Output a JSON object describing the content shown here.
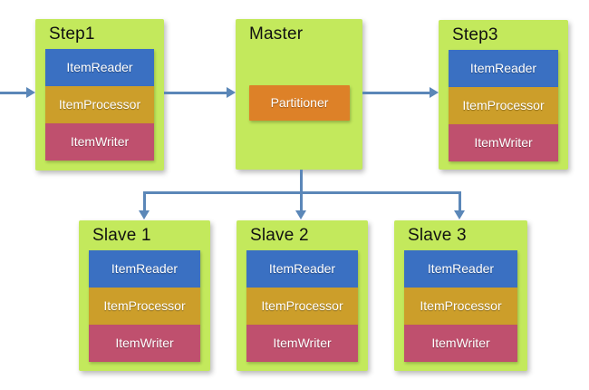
{
  "diagram": {
    "nodes": [
      {
        "id": "step1",
        "title": "Step1",
        "components": [
          "ItemReader",
          "ItemProcessor",
          "ItemWriter"
        ]
      },
      {
        "id": "master",
        "title": "Master",
        "components": [
          "Partitioner"
        ]
      },
      {
        "id": "step3",
        "title": "Step3",
        "components": [
          "ItemReader",
          "ItemProcessor",
          "ItemWriter"
        ]
      },
      {
        "id": "slave1",
        "title": "Slave 1",
        "components": [
          "ItemReader",
          "ItemProcessor",
          "ItemWriter"
        ]
      },
      {
        "id": "slave2",
        "title": "Slave 2",
        "components": [
          "ItemReader",
          "ItemProcessor",
          "ItemWriter"
        ]
      },
      {
        "id": "slave3",
        "title": "Slave 3",
        "components": [
          "ItemReader",
          "ItemProcessor",
          "ItemWriter"
        ]
      }
    ],
    "edges": [
      "external → Step1",
      "Step1 → Master",
      "Master → Step3",
      "Master → Slave 1",
      "Master → Slave 2",
      "Master → Slave 3"
    ],
    "colors": {
      "node_bg": "#c3e95c",
      "item_reader": "#3a70c2",
      "item_processor": "#cc9e2a",
      "item_writer": "#bf506e",
      "partitioner": "#dd8128",
      "arrow": "#5b87b8",
      "title_text": "#111111",
      "component_text": "#ffffff"
    }
  }
}
